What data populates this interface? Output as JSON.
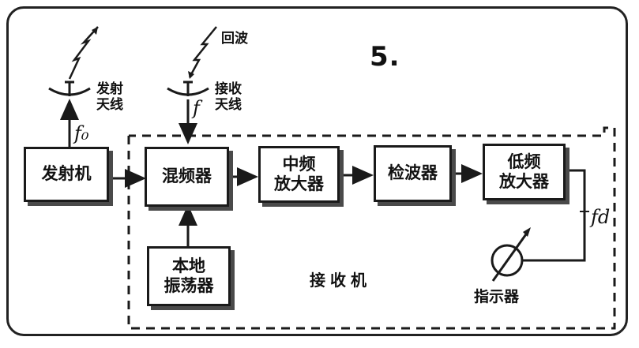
{
  "figure": {
    "number": "5."
  },
  "antennas": {
    "transmit": {
      "label_line1": "发射",
      "label_line2": "天线",
      "freq_symbol": "f₀"
    },
    "receive": {
      "label_line1": "接收",
      "label_line2": "天线",
      "freq_symbol": "f"
    },
    "echo_label": "回波"
  },
  "blocks": {
    "transmitter": {
      "label": "发射机"
    },
    "mixer": {
      "label": "混频器"
    },
    "if_amplifier": {
      "line1": "中频",
      "line2": "放大器"
    },
    "detector": {
      "label": "检波器"
    },
    "lf_amplifier": {
      "line1": "低频",
      "line2": "放大器"
    },
    "local_oscillator": {
      "line1": "本地",
      "line2": "振荡器"
    }
  },
  "receiver": {
    "label": "接收机"
  },
  "indicator": {
    "label": "指示器",
    "freq_symbol": "fd"
  },
  "colors": {
    "ink": "#1a1a1a",
    "shadow": "#4a4a4a",
    "paper": "#ffffff"
  },
  "icons": [
    "antenna-dish-icon",
    "lightning-wave-icon",
    "meter-icon"
  ]
}
